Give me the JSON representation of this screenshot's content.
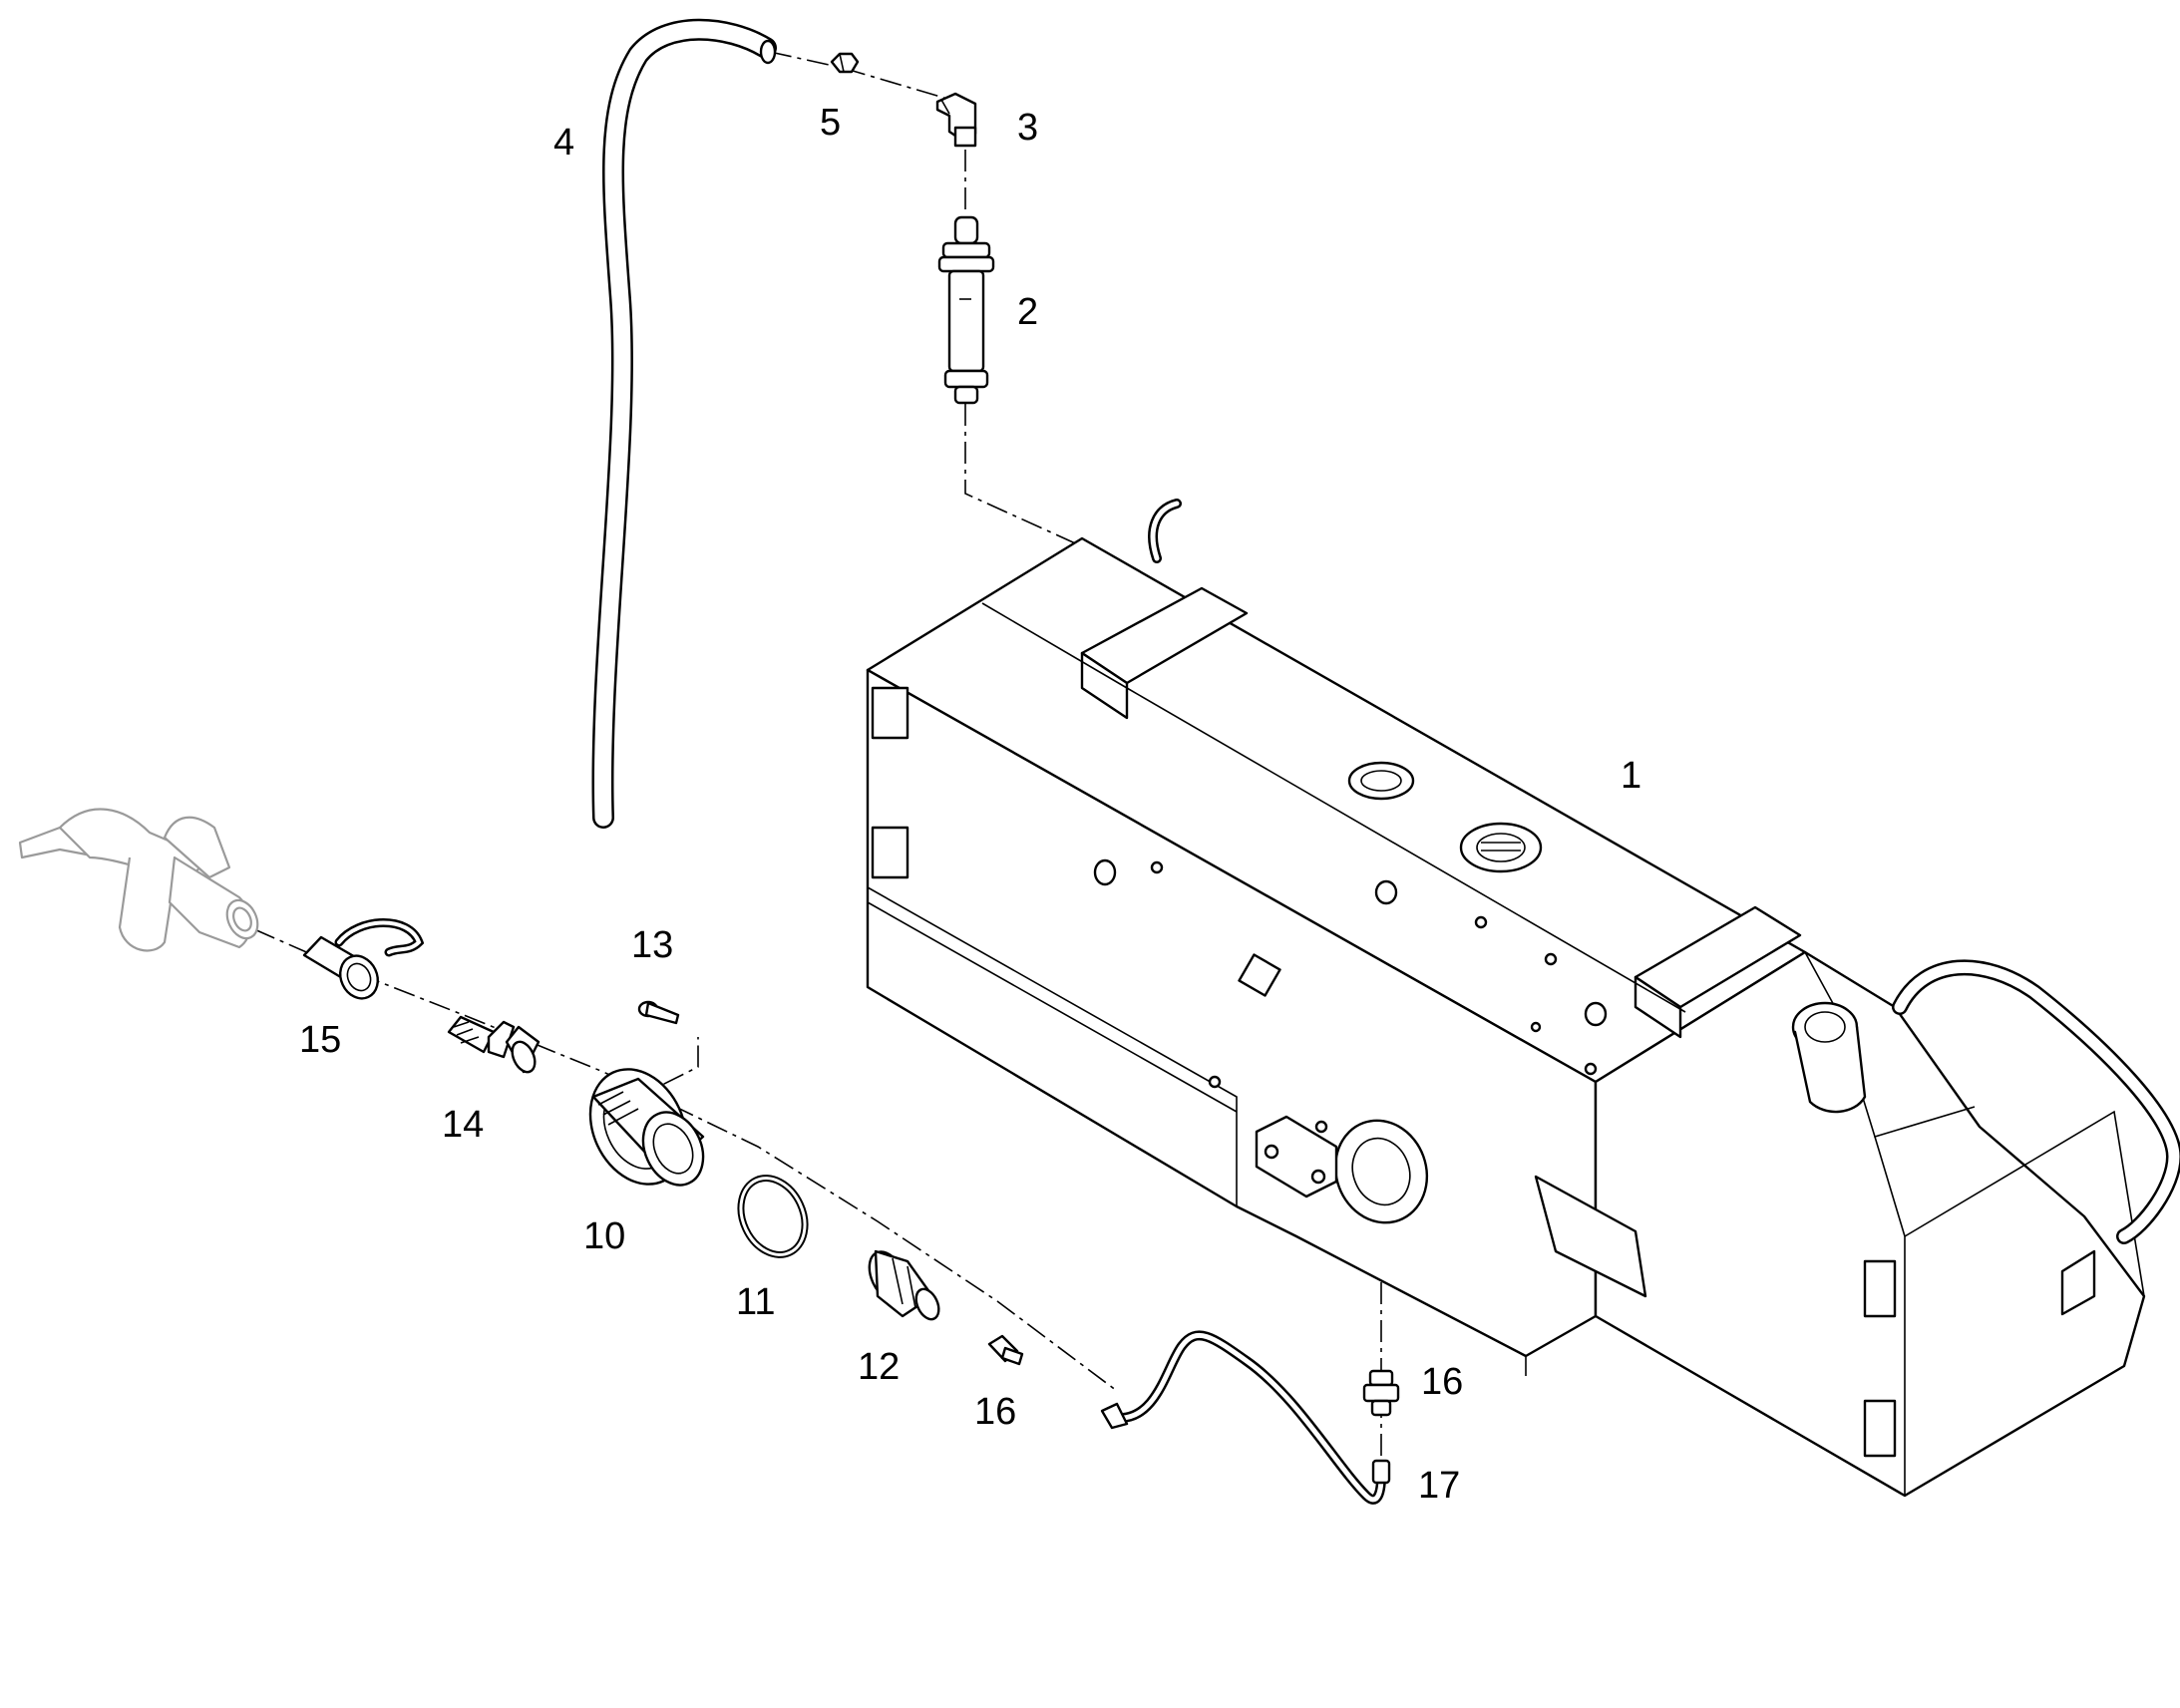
{
  "callouts": [
    {
      "id": "c1",
      "label": "1"
    },
    {
      "id": "c2",
      "label": "2"
    },
    {
      "id": "c3",
      "label": "3"
    },
    {
      "id": "c4",
      "label": "4"
    },
    {
      "id": "c5",
      "label": "5"
    },
    {
      "id": "c10",
      "label": "10"
    },
    {
      "id": "c11",
      "label": "11"
    },
    {
      "id": "c12",
      "label": "12"
    },
    {
      "id": "c13",
      "label": "13"
    },
    {
      "id": "c14",
      "label": "14"
    },
    {
      "id": "c15",
      "label": "15"
    },
    {
      "id": "c16a",
      "label": "16"
    },
    {
      "id": "c16b",
      "label": "16"
    },
    {
      "id": "c17",
      "label": "17"
    }
  ]
}
